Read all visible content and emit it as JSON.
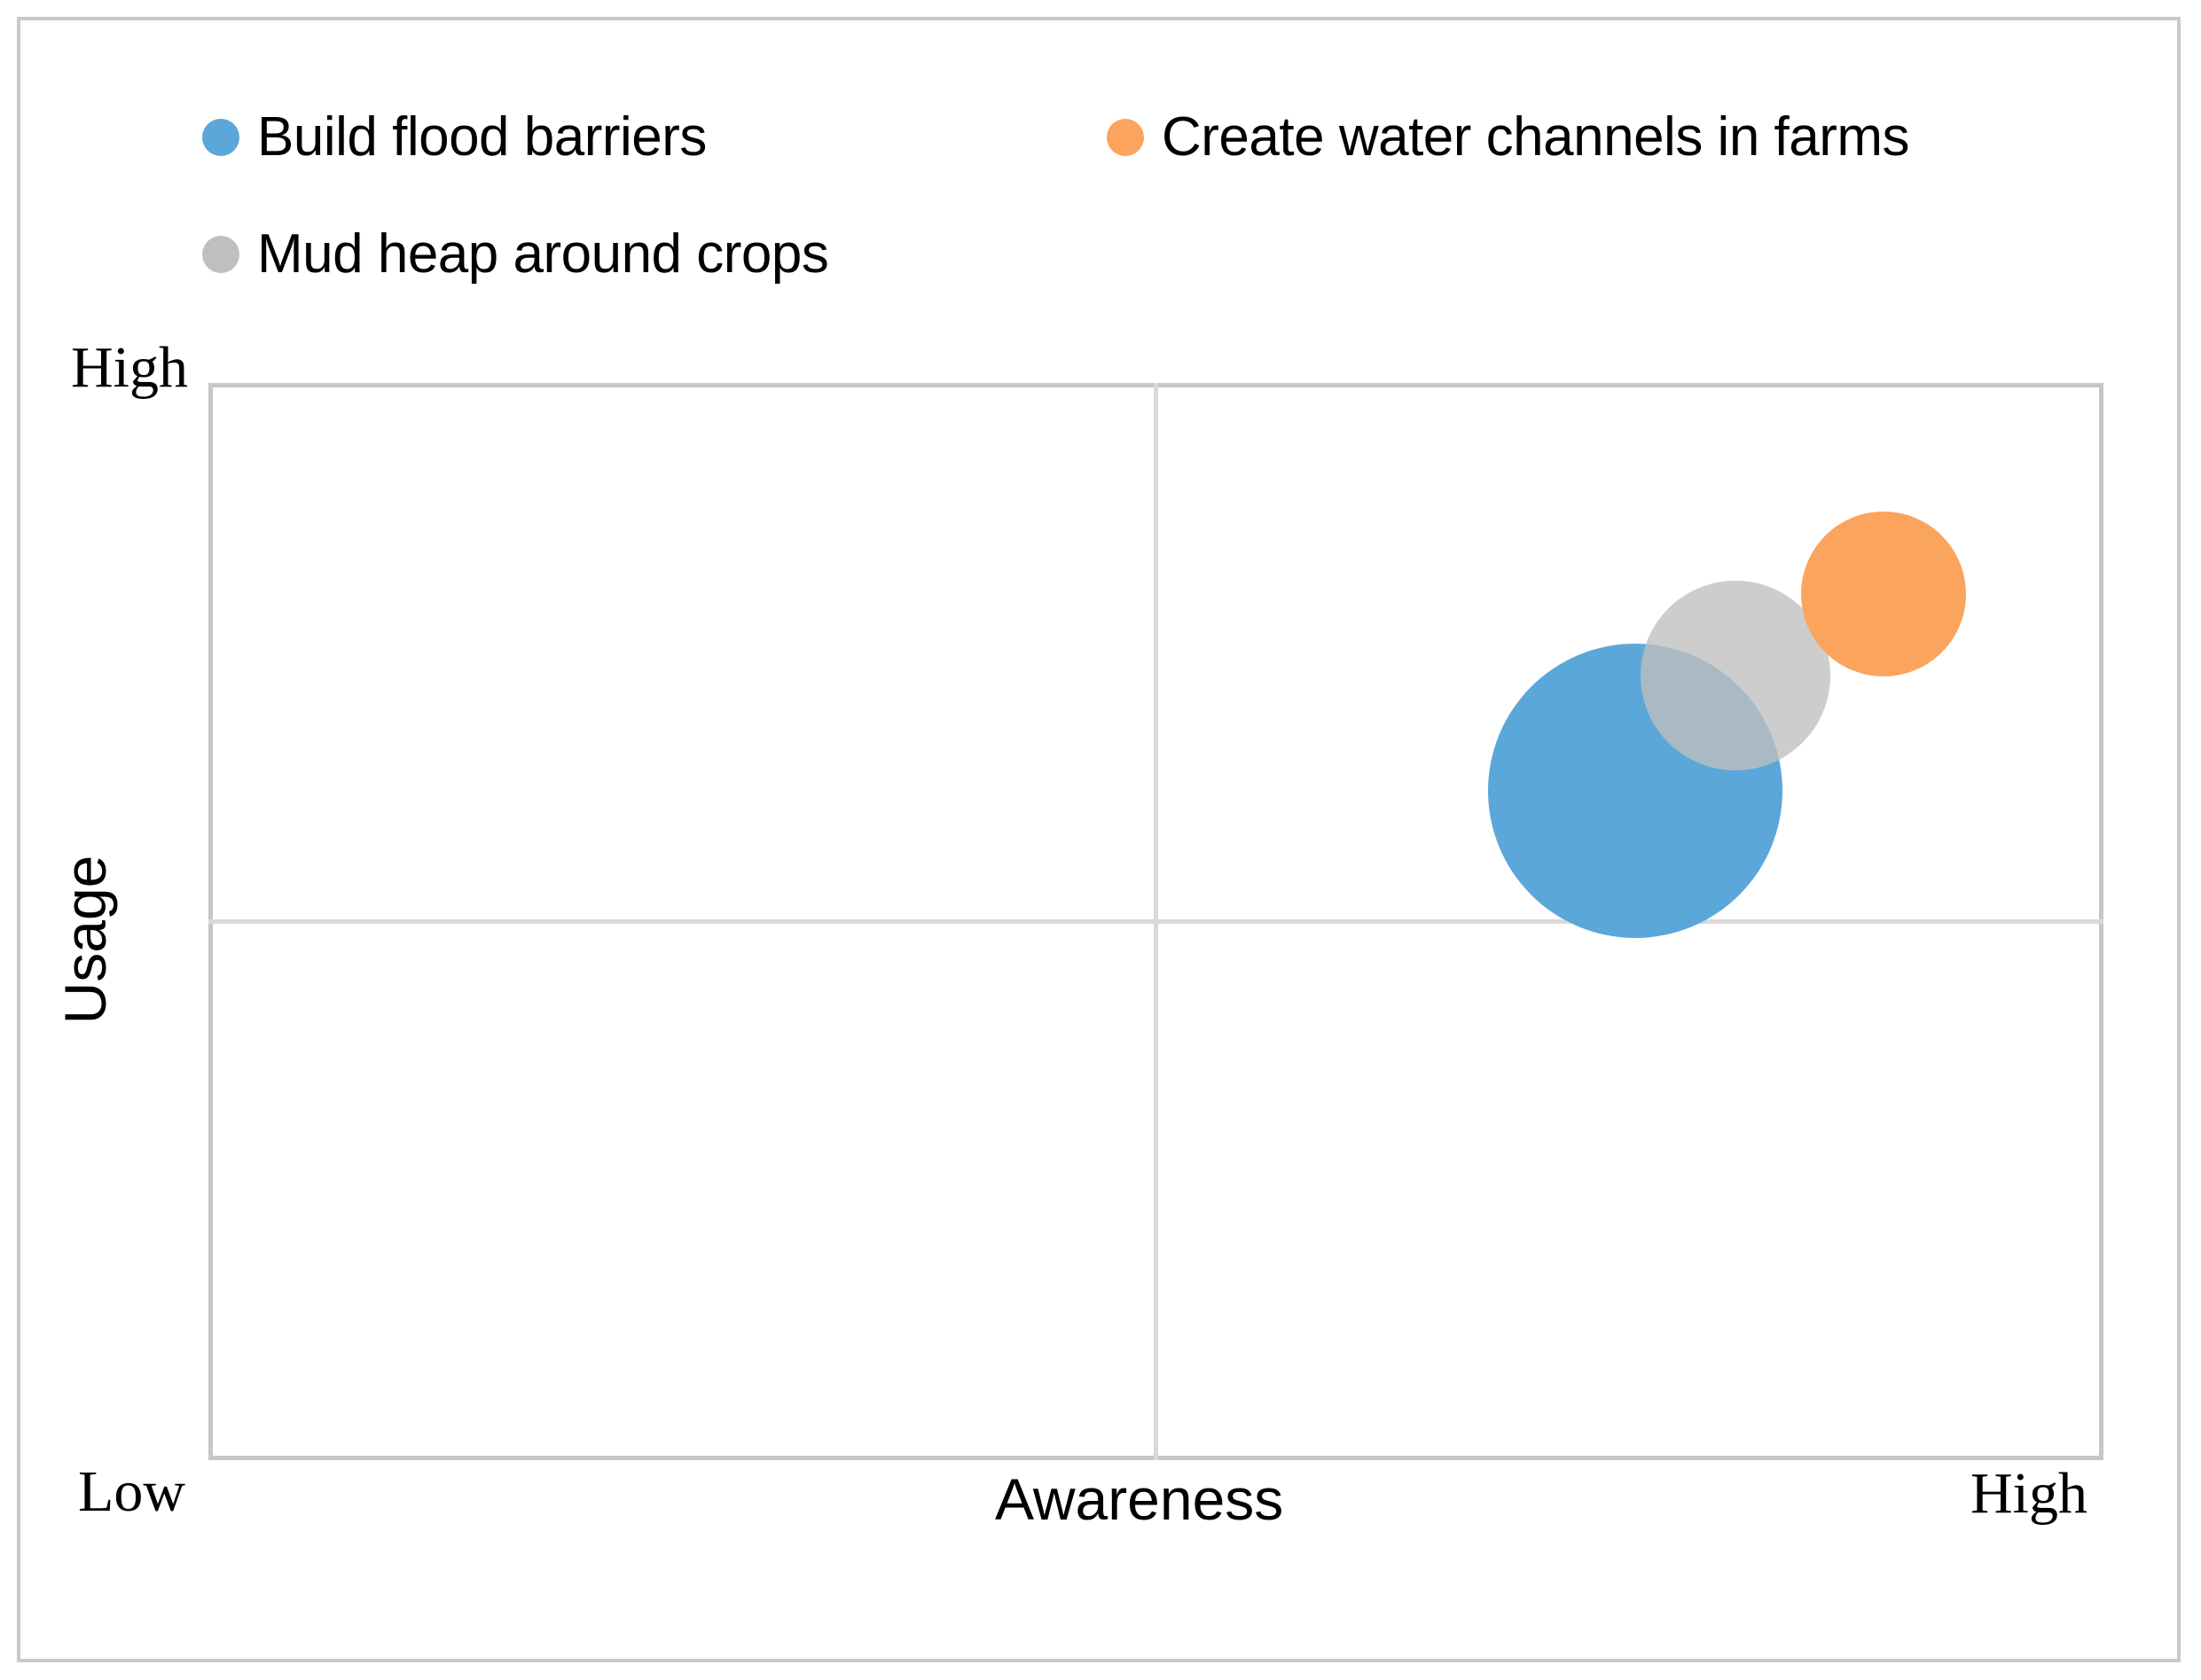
{
  "chart_data": {
    "type": "scatter",
    "subtype": "bubble-matrix",
    "title": "",
    "xlabel": "Awareness",
    "ylabel": "Usage",
    "x_tick_labels": [
      "Low",
      "High"
    ],
    "y_tick_labels": [
      "Low",
      "High"
    ],
    "xlim": [
      0,
      100
    ],
    "ylim": [
      0,
      100
    ],
    "grid": true,
    "grid_lines": {
      "vertical_at_x": 50,
      "horizontal_at_y": 50
    },
    "legend_position": "top-left",
    "series": [
      {
        "name": "Build flood barriers",
        "color": "#5BA7DA",
        "x": 75.3,
        "y": 62.1,
        "size": 166,
        "opacity": 1
      },
      {
        "name": "Create water channels in farms",
        "color": "#FBA45D",
        "x": 88.4,
        "y": 80.4,
        "size": 93,
        "opacity": 1
      },
      {
        "name": "Mud heap around crops",
        "color": "#BFBFBF",
        "x": 80.6,
        "y": 72.8,
        "size": 107,
        "opacity": 0.78
      }
    ]
  },
  "legend": {
    "items": [
      {
        "label": "Build flood barriers",
        "color": "#5BA7DA"
      },
      {
        "label": "Create water channels in farms",
        "color": "#FBA45D"
      },
      {
        "label": "Mud heap around crops",
        "color": "#BFBFBF"
      }
    ]
  },
  "axes": {
    "x": {
      "title": "Awareness",
      "low_label": "Low",
      "high_label": "High"
    },
    "y": {
      "title": "Usage",
      "low_label": "Low",
      "high_label": "High"
    }
  },
  "colors": {
    "blue": "#5BA7DA",
    "orange": "#FBA45D",
    "gray": "#BFBFBF",
    "gridline": "#D9D9D9",
    "plot_border": "#C6C6C6",
    "outer_border": "#C9C9C9",
    "text": "#000000",
    "background": "#FFFFFF"
  }
}
